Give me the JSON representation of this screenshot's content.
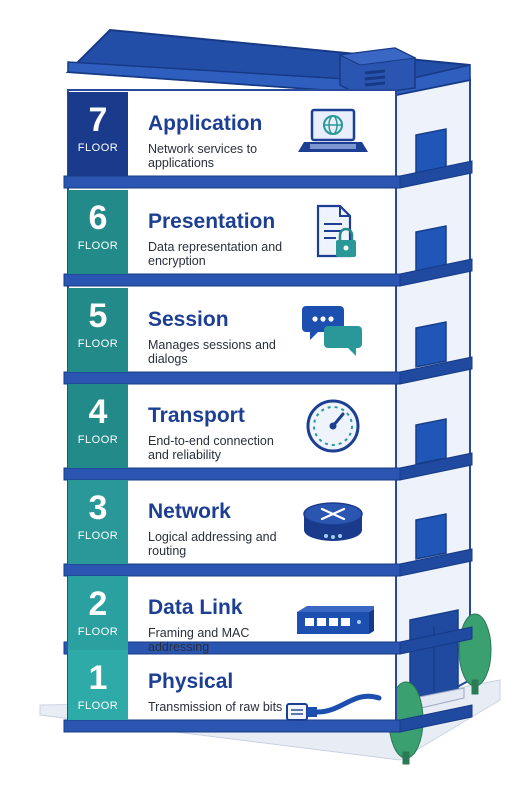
{
  "floors": [
    {
      "number": "7",
      "floor_label": "FLOOR",
      "title": "Application",
      "description": "Network services to applications",
      "icon": "laptop-globe-icon",
      "badge_color": "#1a3a8c"
    },
    {
      "number": "6",
      "floor_label": "FLOOR",
      "title": "Presentation",
      "description": "Data representation and encryption",
      "icon": "document-lock-icon",
      "badge_color": "#238a8a"
    },
    {
      "number": "5",
      "floor_label": "FLOOR",
      "title": "Session",
      "description": "Manages sessions and dialogs",
      "icon": "chat-bubbles-icon",
      "badge_color": "#238a8a"
    },
    {
      "number": "4",
      "floor_label": "FLOOR",
      "title": "Transport",
      "description": "End-to-end connection and reliability",
      "icon": "speedometer-icon",
      "badge_color": "#238a8a"
    },
    {
      "number": "3",
      "floor_label": "FLOOR",
      "title": "Network",
      "description": "Logical addressing and routing",
      "icon": "router-icon",
      "badge_color": "#2a9898"
    },
    {
      "number": "2",
      "floor_label": "FLOOR",
      "title": "Data Link",
      "description": "Framing and MAC addressing",
      "icon": "switch-icon",
      "badge_color": "#2aa0a0"
    },
    {
      "number": "1",
      "floor_label": "FLOOR",
      "title": "Physical",
      "description": "Transmission of raw bits",
      "icon": "ethernet-cable-icon",
      "badge_color": "#2eaaa8"
    }
  ],
  "colors": {
    "roof": "#234ea8",
    "slab": "#2a55b0",
    "facade": "#ffffff",
    "side": "#f2f5fb",
    "window": "#1f56b8",
    "tree": "#3aa070",
    "door": "#1f4aa0"
  }
}
